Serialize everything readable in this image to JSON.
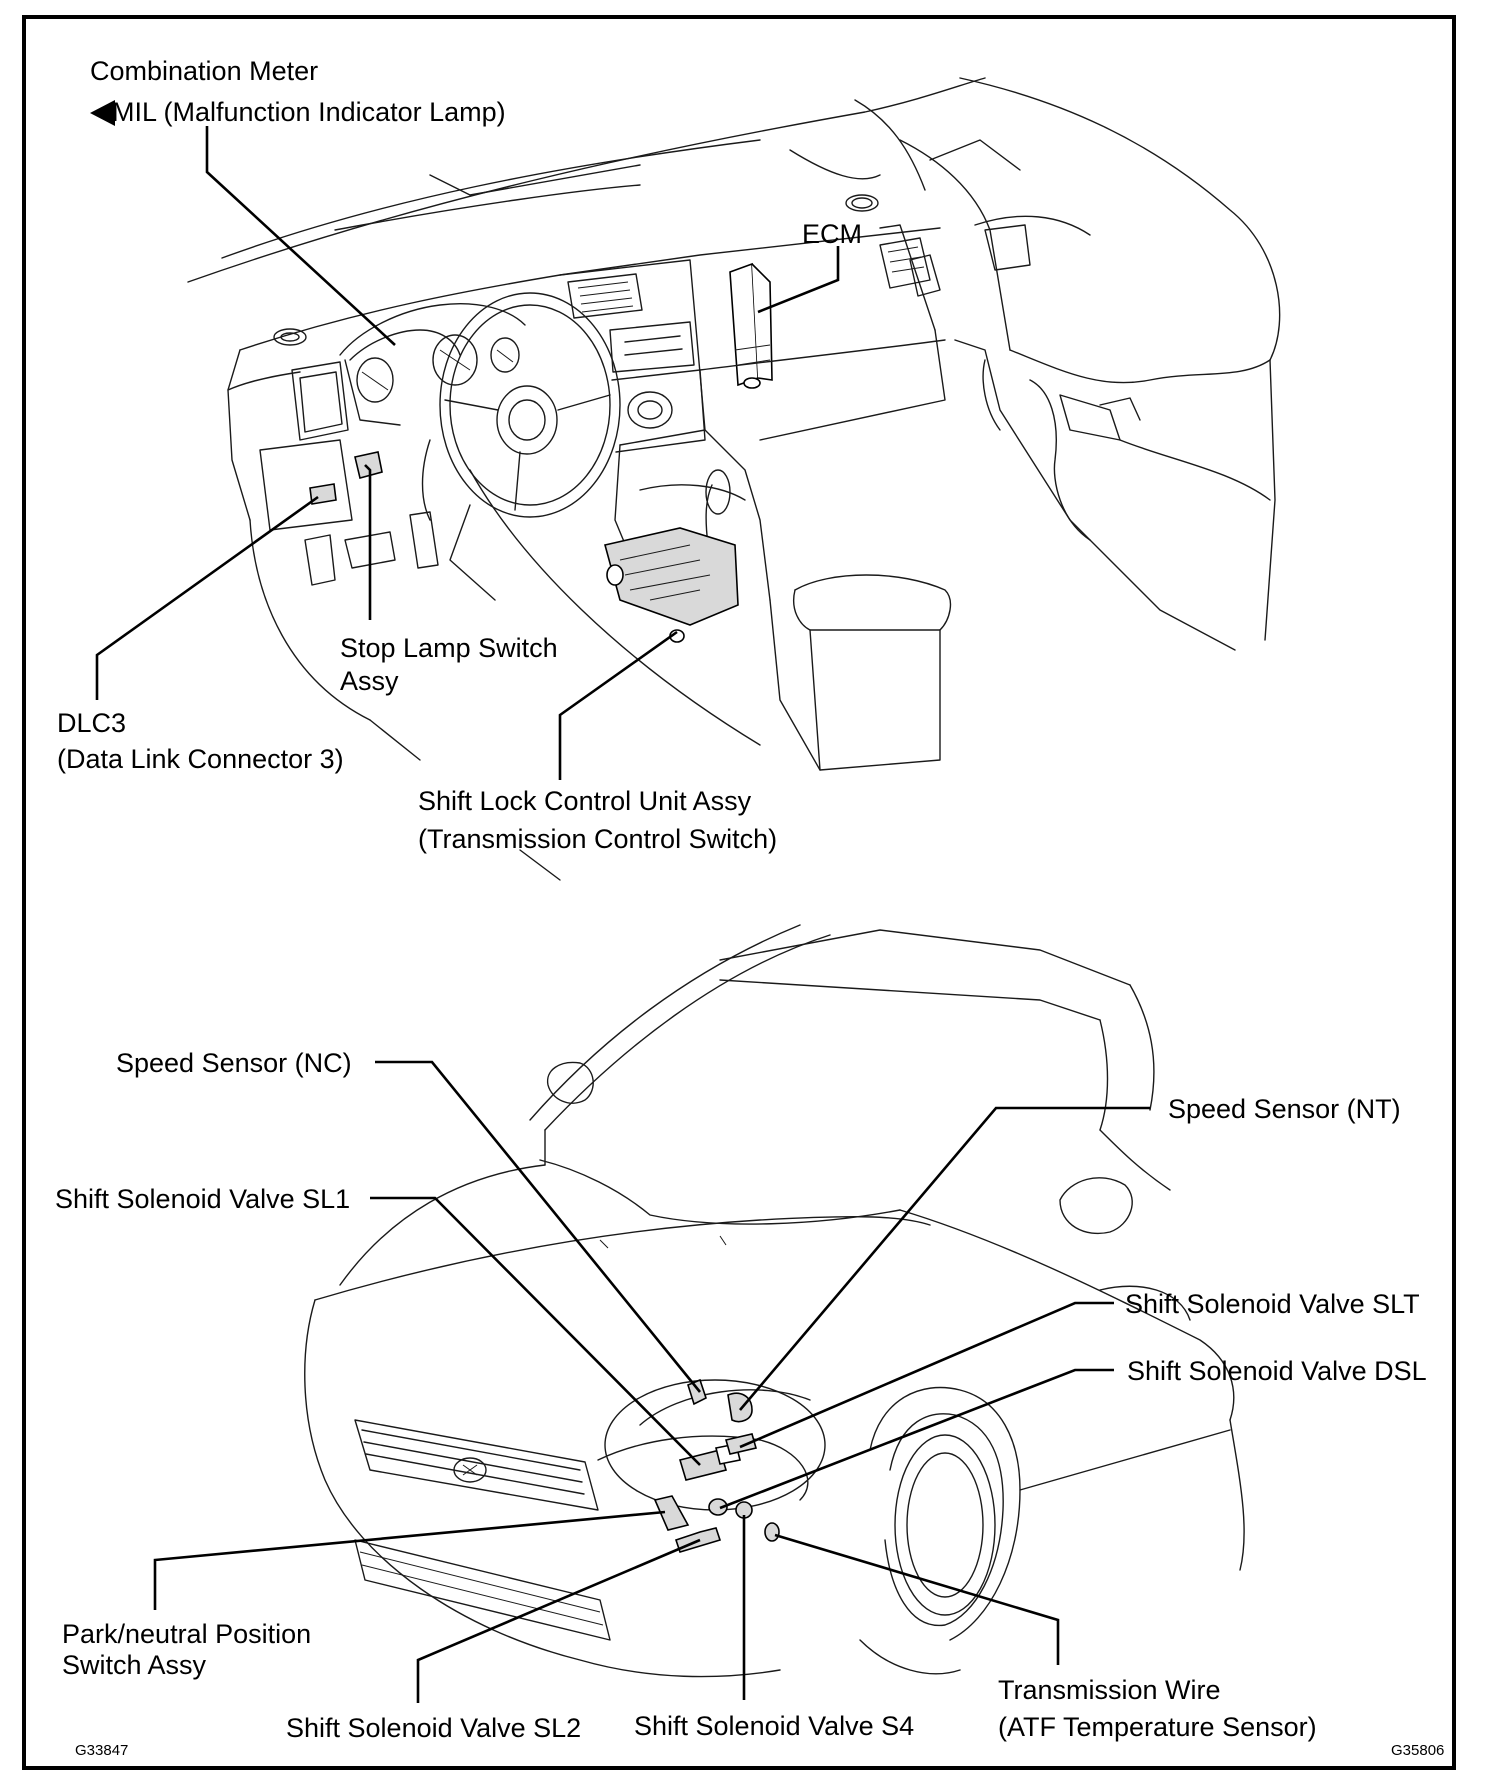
{
  "labels": {
    "combination_meter": "Combination Meter",
    "mil": "MIL (Malfunction Indicator Lamp)",
    "ecm": "ECM",
    "stop_lamp_1": "Stop Lamp Switch",
    "stop_lamp_2": "Assy",
    "dlc3_1": "DLC3",
    "dlc3_2": "(Data Link Connector 3)",
    "shift_lock_1": "Shift Lock Control Unit Assy",
    "shift_lock_2": "(Transmission Control Switch)",
    "speed_nc": "Speed Sensor (NC)",
    "speed_nt": "Speed Sensor (NT)",
    "sl1": "Shift Solenoid Valve SL1",
    "slt": "Shift Solenoid Valve SLT",
    "dsl": "Shift Solenoid Valve DSL",
    "pnp_1": "Park/neutral Position",
    "pnp_2": "Switch Assy",
    "sl2": "Shift Solenoid Valve SL2",
    "s4": "Shift Solenoid Valve S4",
    "trans_wire_1": "Transmission Wire",
    "trans_wire_2": "(ATF Temperature Sensor)"
  },
  "codes": {
    "left": "G33847",
    "right": "G35806"
  },
  "icons": {
    "pointer": "left-triangle-icon"
  }
}
